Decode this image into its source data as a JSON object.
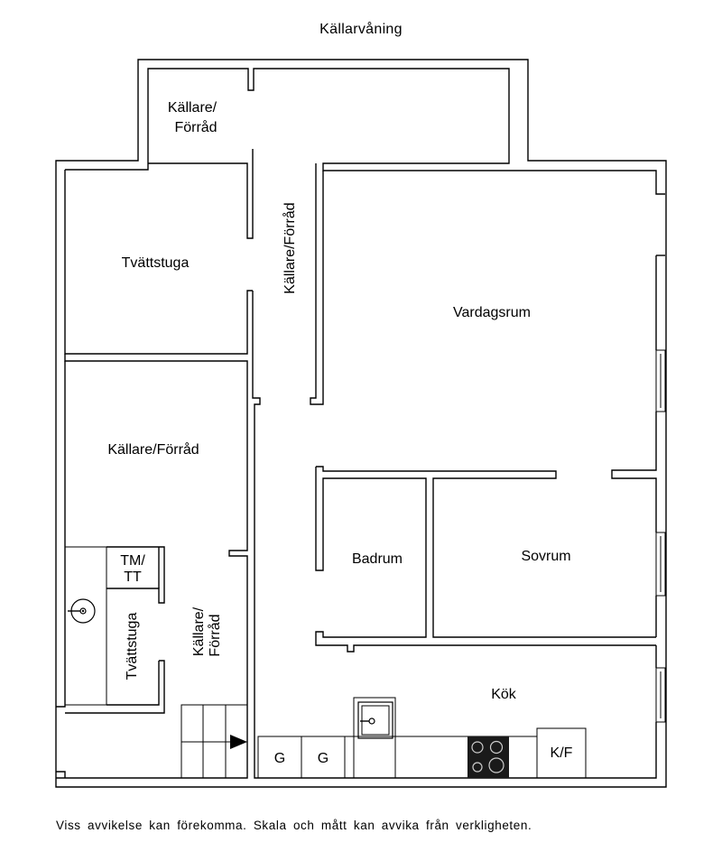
{
  "title": "Källarvåning",
  "footer_note": "Viss avvikelse kan förekomma. Skala och mått kan avvika från verkligheten.",
  "rooms": {
    "kallare_forrad_top_line1": "Källare/",
    "kallare_forrad_top_line2": "Förråd",
    "corridor": "Källare/Förråd",
    "tvattstuga_upper": "Tvättstuga",
    "vardagsrum": "Vardagsrum",
    "kallare_forrad_mid": "Källare/Förråd",
    "tm_line1": "TM/",
    "tm_line2": "TT",
    "tvattstuga_lower": "Tvättstuga",
    "kallare_forrad_small_line1": "Källare/",
    "kallare_forrad_small_line2": "Förråd",
    "badrum": "Badrum",
    "sovrum": "Sovrum",
    "kok": "Kök",
    "cabinet_g1": "G",
    "cabinet_g2": "G",
    "fridge": "K/F"
  },
  "icons": {
    "sink": "sink-icon",
    "stove": "stove-icon",
    "stair_arrow": "stair-arrow-icon"
  }
}
